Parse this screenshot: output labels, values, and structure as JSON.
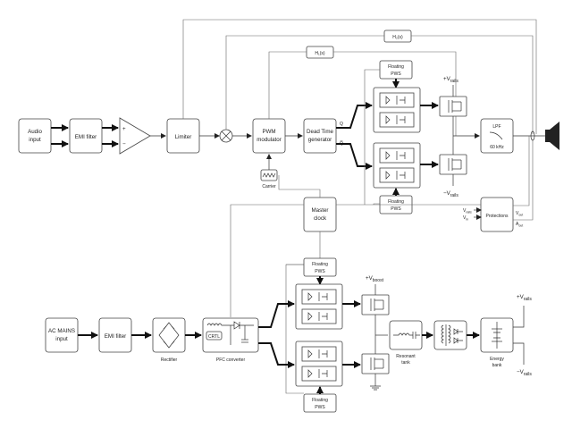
{
  "blocks": {
    "audio_input": [
      "Audio",
      "input"
    ],
    "emi_filter_top": "EMI filter",
    "limiter": "Limiter",
    "pwm_modulator": [
      "PWM",
      "modulator"
    ],
    "dead_time_generator": [
      "Dead Time",
      "generator"
    ],
    "carrier": "Carrier",
    "master_clock": [
      "Master",
      "clock"
    ],
    "lpf": [
      "LPF",
      "60 kHz"
    ],
    "protections": "Protections",
    "floating_pws": [
      "Floating",
      "PWS"
    ],
    "ac_mains_input": [
      "AC MAINS",
      "input"
    ],
    "emi_filter_bottom": "EMI filter",
    "rectifier": "Rectifier",
    "pfc_converter": "PFC converter",
    "crtl": "CRTL",
    "resonant_tank": [
      "Resonant",
      "tank"
    ],
    "energy_bank": [
      "Energy",
      "bank"
    ]
  },
  "feedback": {
    "h2": "H₂(s)",
    "h1": "H₁(s)"
  },
  "signals": {
    "q": "Q",
    "q_bar": "Q̅",
    "opamp_plus": "+",
    "opamp_minus": "−"
  },
  "rails": {
    "plus_v": "+V",
    "minus_v": "−V",
    "rails_sub": "rails",
    "boost_sub": "boost",
    "v_out_sub": "out",
    "a_out": "A",
    "v_in_sub": "in",
    "v_supply_sub": "rails"
  },
  "colors": {
    "line": "#333333",
    "bold_line": "#111111",
    "gray_line": "#666666"
  }
}
